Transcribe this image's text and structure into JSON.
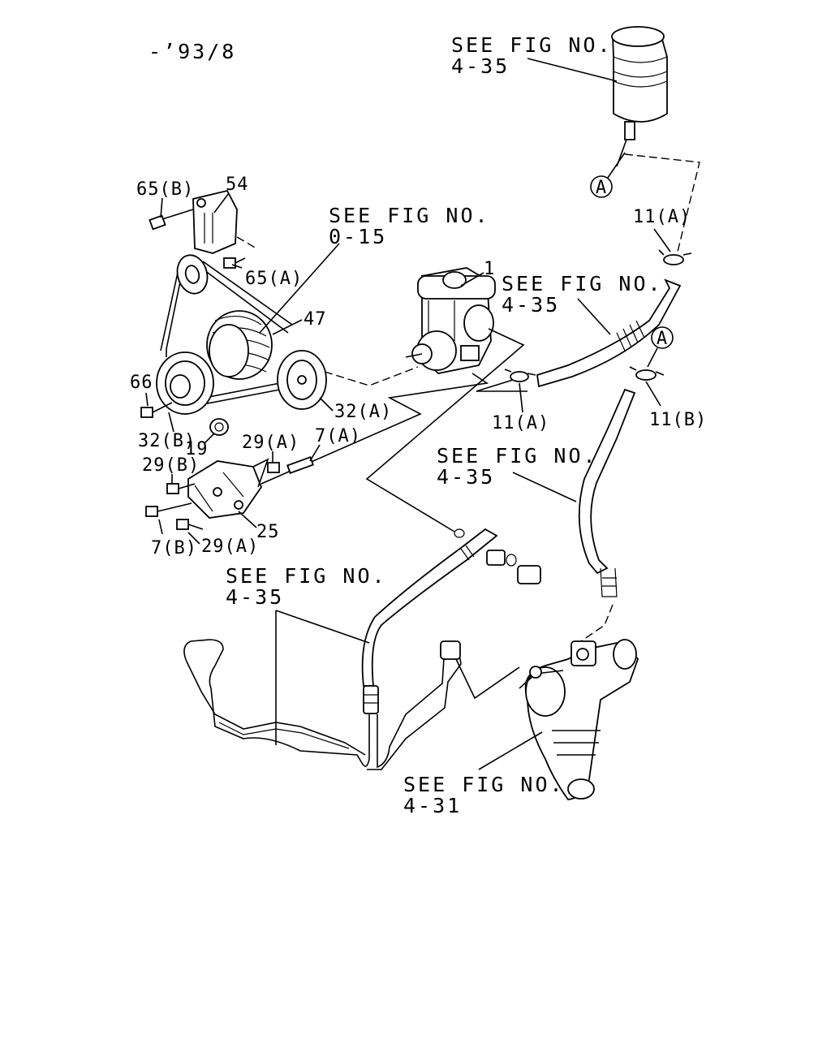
{
  "date_code": "-’93/8",
  "see_fig_prefix": "SEE FIG NO.",
  "references": [
    {
      "id": "ref_reservoir",
      "fig": "4-35"
    },
    {
      "id": "ref_belt",
      "fig": "0-15"
    },
    {
      "id": "ref_hose_upper",
      "fig": "4-35"
    },
    {
      "id": "ref_hose_return",
      "fig": "4-35"
    },
    {
      "id": "ref_pipe",
      "fig": "4-35"
    },
    {
      "id": "ref_gearbox",
      "fig": "4-31"
    }
  ],
  "callouts": [
    "A",
    "A"
  ],
  "part_labels": {
    "p54": "54",
    "p65b": "65(B)",
    "p65a": "65(A)",
    "p1": "1",
    "p47": "47",
    "p66": "66",
    "p32a": "32(A)",
    "p32b": "32(B)",
    "p19": "19",
    "p29a_top": "29(A)",
    "p7a": "7(A)",
    "p29b": "29(B)",
    "p25": "25",
    "p7b": "7(B)",
    "p29a_bot": "29(A)",
    "p11a_top": "11(A)",
    "p11a_mid": "11(A)",
    "p11b": "11(B)"
  }
}
